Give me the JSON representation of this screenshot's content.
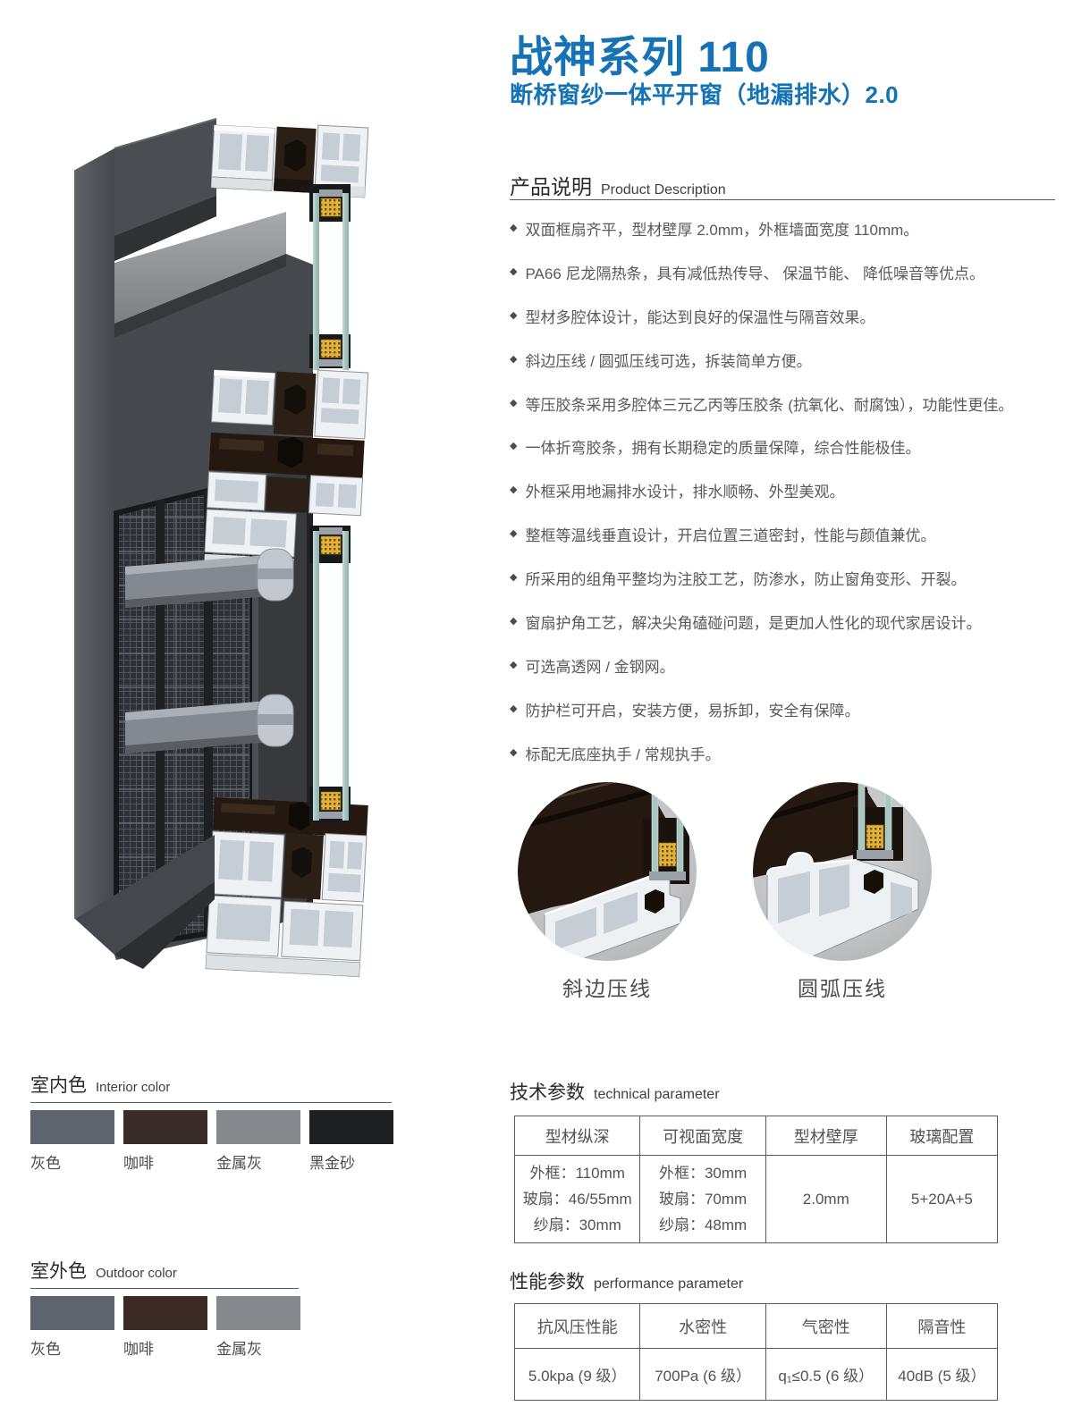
{
  "header": {
    "series_title": "战神系列 110",
    "subtitle": "断桥窗纱一体平开窗（地漏排水）2.0",
    "accent_color": "#1472b5"
  },
  "product_description": {
    "heading": "产品说明",
    "heading_en": "Product Description",
    "bullet_icon": "◆",
    "bullets": [
      "双面框扇齐平，型材壁厚 2.0mm，外框墙面宽度 110mm。",
      "PA66 尼龙隔热条，具有减低热传导、 保温节能、 降低噪音等优点。",
      "型材多腔体设计，能达到良好的保温性与隔音效果。",
      "斜边压线 / 圆弧压线可选，拆装简单方便。",
      "等压胶条采用多腔体三元乙丙等压胶条 (抗氧化、耐腐蚀），功能性更佳。",
      "一体折弯胶条，拥有长期稳定的质量保障，综合性能极佳。",
      "外框采用地漏排水设计，排水顺畅、外型美观。",
      "整框等温线垂直设计，开启位置三道密封，性能与颜值兼优。",
      "所采用的组角平整均为注胶工艺，防渗水，防止窗角变形、开裂。",
      "窗扇护角工艺，解决尖角磕碰问题，是更加人性化的现代家居设计。",
      "可选高透网 / 金钢网。",
      "防护栏可开启，安装方便，易拆卸，安全有保障。",
      "标配无底座执手 / 常规执手。"
    ]
  },
  "pressline_details": {
    "items": [
      {
        "caption": "斜边压线"
      },
      {
        "caption": "圆弧压线"
      }
    ]
  },
  "interior_color": {
    "heading": "室内色",
    "heading_en": "Interior color",
    "swatches": [
      {
        "label": "灰色",
        "color": "#5d646e"
      },
      {
        "label": "咖啡",
        "color": "#3a2d28"
      },
      {
        "label": "金属灰",
        "color": "#85898e"
      },
      {
        "label": "黑金砂",
        "color": "#1d1f22"
      }
    ]
  },
  "outdoor_color": {
    "heading": "室外色",
    "heading_en": "Outdoor color",
    "swatches": [
      {
        "label": "灰色",
        "color": "#5d646e"
      },
      {
        "label": "咖啡",
        "color": "#3c2b24"
      },
      {
        "label": "金属灰",
        "color": "#85898e"
      }
    ]
  },
  "technical_parameters": {
    "heading": "技术参数",
    "heading_en": "technical parameter",
    "columns": [
      "型材纵深",
      "可视面宽度",
      "型材壁厚",
      "玻璃配置"
    ],
    "row": {
      "profile_depth": [
        "外框：110mm",
        "玻扇：46/55mm",
        "纱扇：30mm"
      ],
      "visible_width": [
        "外框：30mm",
        "玻扇：70mm",
        "纱扇：48mm"
      ],
      "wall_thickness": "2.0mm",
      "glass_config": "5+20A+5"
    }
  },
  "performance_parameters": {
    "heading": "性能参数",
    "heading_en": "performance parameter",
    "columns": [
      "抗风压性能",
      "水密性",
      "气密性",
      "隔音性"
    ],
    "row": {
      "wind_pressure": "5.0kpa (9 级）",
      "water_tightness": "700Pa (6 级）",
      "air_tightness": "q₁≤0.5 (6 级）",
      "sound_insulation": "40dB (5 级）"
    }
  }
}
